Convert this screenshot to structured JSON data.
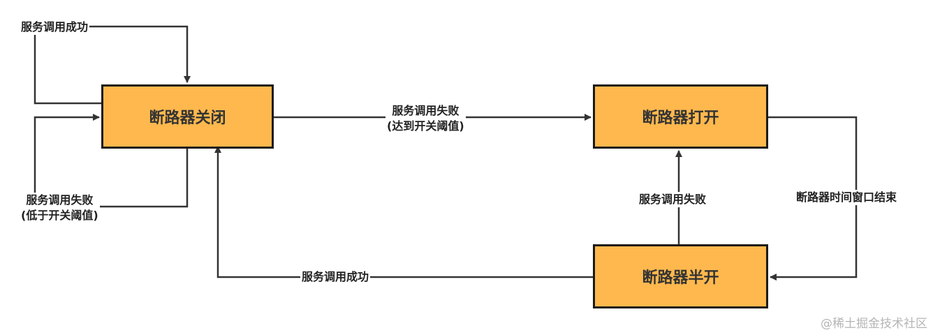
{
  "nodes": {
    "closed": {
      "label": "断路器关闭"
    },
    "open": {
      "label": "断路器打开"
    },
    "half_open": {
      "label": "断路器半开"
    }
  },
  "edges": {
    "closed_self_success": {
      "label": "服务调用成功"
    },
    "closed_self_failure": {
      "line1": "服务调用失败",
      "line2": "(低于开关阈值)"
    },
    "closed_to_open": {
      "line1": "服务调用失败",
      "line2": "(达到开关阈值)"
    },
    "open_to_half_open": {
      "label": "断路器时间窗口结束"
    },
    "half_open_to_open": {
      "label": "服务调用失败"
    },
    "half_open_to_closed": {
      "label": "服务调用成功"
    }
  },
  "watermark": {
    "text": "@稀土掘金技术社区"
  },
  "colors": {
    "node_fill": "#FFB84D",
    "node_border": "#1a1a1a",
    "line": "#333333"
  }
}
